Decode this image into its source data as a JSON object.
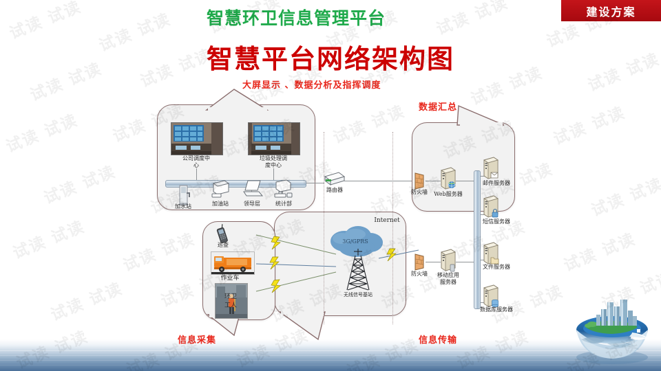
{
  "header": {
    "platform_title": "智慧环卫信息管理平台",
    "badge_label": "建设方案",
    "main_title": "智慧平台网络架构图"
  },
  "section_labels": {
    "top": "大屏显示 、数据分析及指挥调度",
    "data_aggregation": "数据汇总",
    "info_collection": "信息采集",
    "info_transmission": "信息传输"
  },
  "colors": {
    "platform_title": "#1faa4b",
    "main_title": "#cc0000",
    "badge_bg": "#b30f14",
    "section_label": "#e8271c",
    "bubble_bg": "#f2f2f2",
    "bubble_border": "#8a6d6d",
    "water": "#4b7099"
  },
  "watermark": {
    "text": "试读"
  },
  "command_center": {
    "screens": [
      {
        "label": "公司调度中\n心"
      },
      {
        "label": "垃圾处理调\n度中心"
      }
    ],
    "endpoints": [
      {
        "label": "加水站",
        "icon": "water-station-icon"
      },
      {
        "label": "加油站",
        "icon": "desktop-pc-icon"
      },
      {
        "label": "领导层",
        "icon": "laptop-icon"
      },
      {
        "label": "统计部",
        "icon": "workstation-icon"
      }
    ],
    "router": {
      "label": "路由器",
      "icon": "router-icon"
    }
  },
  "collection": {
    "items": [
      {
        "label": "巡查",
        "icon": "mobile-phone-icon"
      },
      {
        "label": "作业车",
        "icon": "garbage-truck-icon"
      },
      {
        "label": "环卫\n工人",
        "icon": "sanitation-worker-icon"
      }
    ]
  },
  "transmission": {
    "internet_label": "Internet",
    "cloud_label": "3G/GPRS",
    "tower_label": "无线信号基站",
    "firewall": {
      "label": "防火墙",
      "icon": "firewall-icon"
    },
    "mobile_server": {
      "label": "移动应用\n服务器",
      "icon": "server-icon"
    }
  },
  "datacenter": {
    "firewall": {
      "label": "防火墙",
      "icon": "firewall-icon"
    },
    "web_server": {
      "label": "Web服务器",
      "icon": "web-server-icon"
    },
    "servers": [
      {
        "label": "邮件服务器",
        "icon": "mail-server-icon"
      },
      {
        "label": "短信服务器",
        "icon": "sms-server-icon"
      },
      {
        "label": "文件服务器",
        "icon": "file-server-icon"
      },
      {
        "label": "数据库服务器",
        "icon": "database-server-icon"
      }
    ]
  },
  "decoration": {
    "city_island": "city-island-illustration"
  }
}
